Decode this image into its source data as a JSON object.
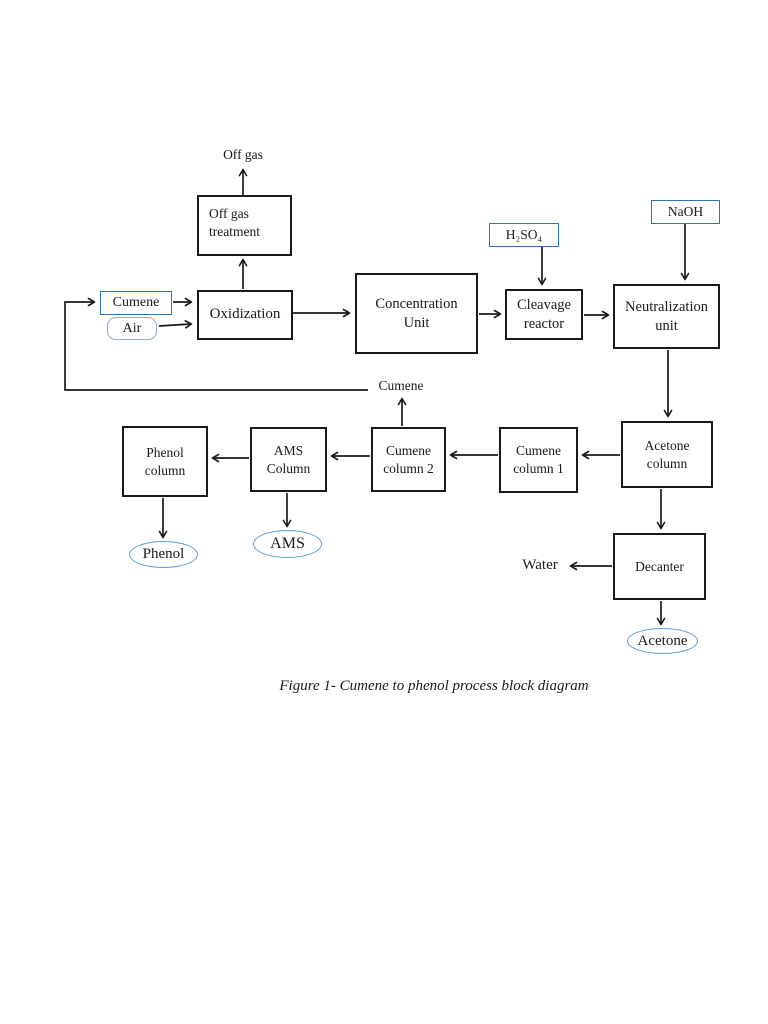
{
  "page": {
    "caption": "Figure 1- Cumene to phenol process block diagram"
  },
  "colors": {
    "line": "#1a1a1a",
    "input_box_border": "#2e74b5",
    "air_box_border": "#8faadc",
    "product_oval_border": "#5b9bd5"
  },
  "blocks": {
    "off_gas_treatment": "Off gas\ntreatment",
    "oxidization": "Oxidization",
    "concentration_unit": "Concentration\nUnit",
    "cleavage_reactor": "Cleavage\nreactor",
    "neutralization_unit": "Neutralization\nunit",
    "acetone_column": "Acetone\ncolumn",
    "cumene_column_1": "Cumene\ncolumn 1",
    "cumene_column_2": "Cumene\ncolumn 2",
    "ams_column": "AMS\nColumn",
    "phenol_column": "Phenol\ncolumn",
    "decanter": "Decanter"
  },
  "inputs": {
    "cumene_feed": "Cumene",
    "air": "Air",
    "h2so4": "H₂SO₄",
    "naoh": "NaOH"
  },
  "outputs": {
    "phenol": "Phenol",
    "ams": "AMS",
    "acetone": "Acetone"
  },
  "stream_labels": {
    "off_gas": "Off gas",
    "cumene_recycle": "Cumene",
    "water": "Water"
  }
}
